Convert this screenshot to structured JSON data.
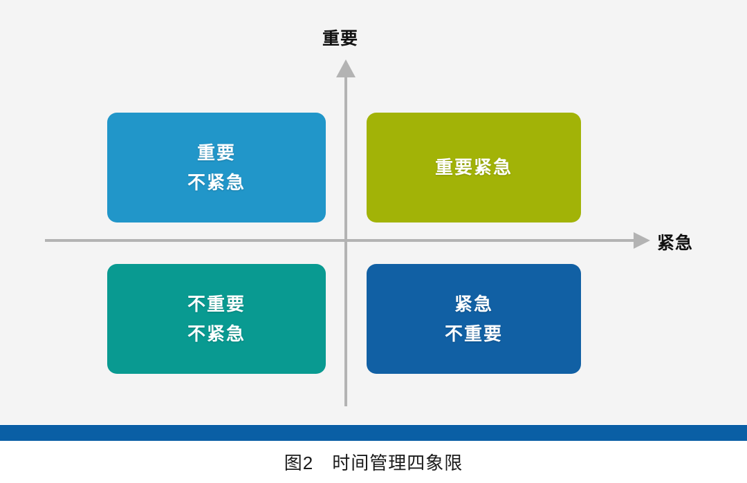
{
  "figure": {
    "background_color": "#f4f4f4",
    "caption": "图2　时间管理四象限",
    "accent_bar_color": "#0a5fa5"
  },
  "axes": {
    "y_label": "重要",
    "x_label": "紧急",
    "line_color": "#b3b3b3",
    "y_arrow_icon": "arrow-up-icon",
    "x_arrow_icon": "arrow-right-icon"
  },
  "chart_data": {
    "type": "diagram",
    "title": "时间管理四象限",
    "xlabel": "紧急",
    "ylabel": "重要",
    "quadrants": [
      {
        "id": "important-not-urgent",
        "position": "top-left",
        "lines": [
          "重要",
          "不紧急"
        ],
        "color": "#2196c9",
        "side_color": "#1a7ba6",
        "text_color": "#ffffff"
      },
      {
        "id": "important-urgent",
        "position": "top-right",
        "lines": [
          "重要紧急"
        ],
        "color": "#a2b307",
        "side_color": "#7d8a05",
        "text_color": "#ffffff"
      },
      {
        "id": "not-important-not-urgent",
        "position": "bottom-left",
        "lines": [
          "不重要",
          "不紧急"
        ],
        "color": "#099a91",
        "side_color": "#07776f",
        "text_color": "#ffffff"
      },
      {
        "id": "urgent-not-important",
        "position": "bottom-right",
        "lines": [
          "紧急",
          "不重要"
        ],
        "color": "#1160a4",
        "side_color": "#0b4a80",
        "text_color": "#ffffff"
      }
    ]
  }
}
